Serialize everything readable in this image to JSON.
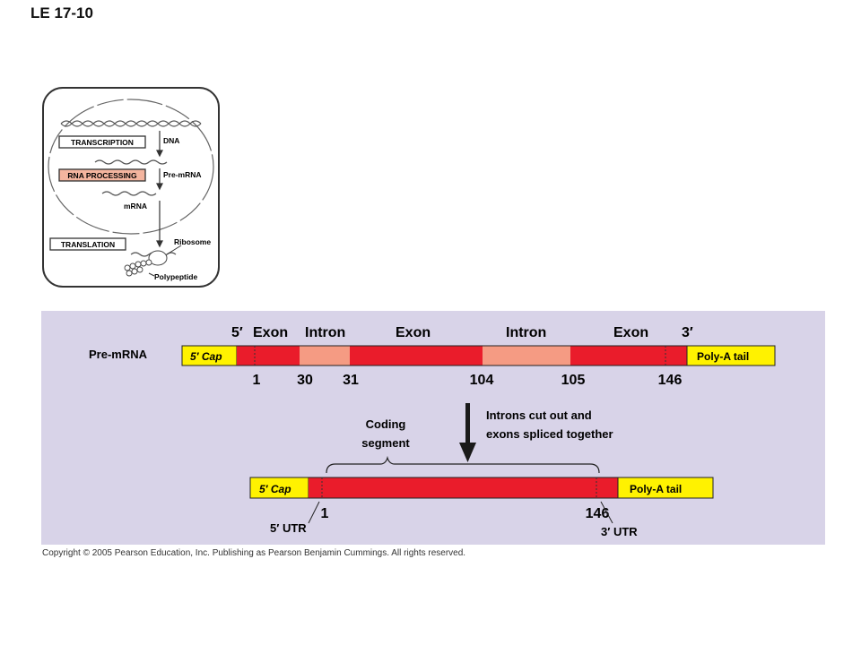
{
  "figure_label": "LE 17-10",
  "copyright": "Copyright © 2005 Pearson Education, Inc. Publishing as Pearson Benjamin Cummings. All rights reserved.",
  "overview": {
    "transcription": "TRANSCRIPTION",
    "rna_processing": "RNA PROCESSING",
    "translation": "TRANSLATION",
    "dna": "DNA",
    "pre_mrna": "Pre-mRNA",
    "mrna": "mRNA",
    "ribosome": "Ribosome",
    "polypeptide": "Polypeptide"
  },
  "pre_mrna": {
    "row_label": "Pre-mRNA",
    "five_prime": "5′",
    "three_prime": "3′",
    "segments": [
      "Exon",
      "Intron",
      "Exon",
      "Intron",
      "Exon"
    ],
    "cap": "5′  Cap",
    "tail": "Poly-A tail",
    "positions": [
      "1",
      "30",
      "31",
      "104",
      "105",
      "146"
    ]
  },
  "step": {
    "arrow_label_line1": "Introns cut out and",
    "arrow_label_line2": "exons spliced together"
  },
  "mrna": {
    "coding_line1": "Coding",
    "coding_line2": "segment",
    "cap": "5′  Cap",
    "tail": "Poly-A tail",
    "start": "1",
    "end": "146",
    "utr5": "5′ UTR",
    "utr3": "3′ UTR"
  },
  "colors": {
    "exon": "#ea1c2b",
    "intron": "#f59b83",
    "cap": "#fff200",
    "panel": "#d8d3e8",
    "rna_processing_box": "#f4b59f"
  }
}
